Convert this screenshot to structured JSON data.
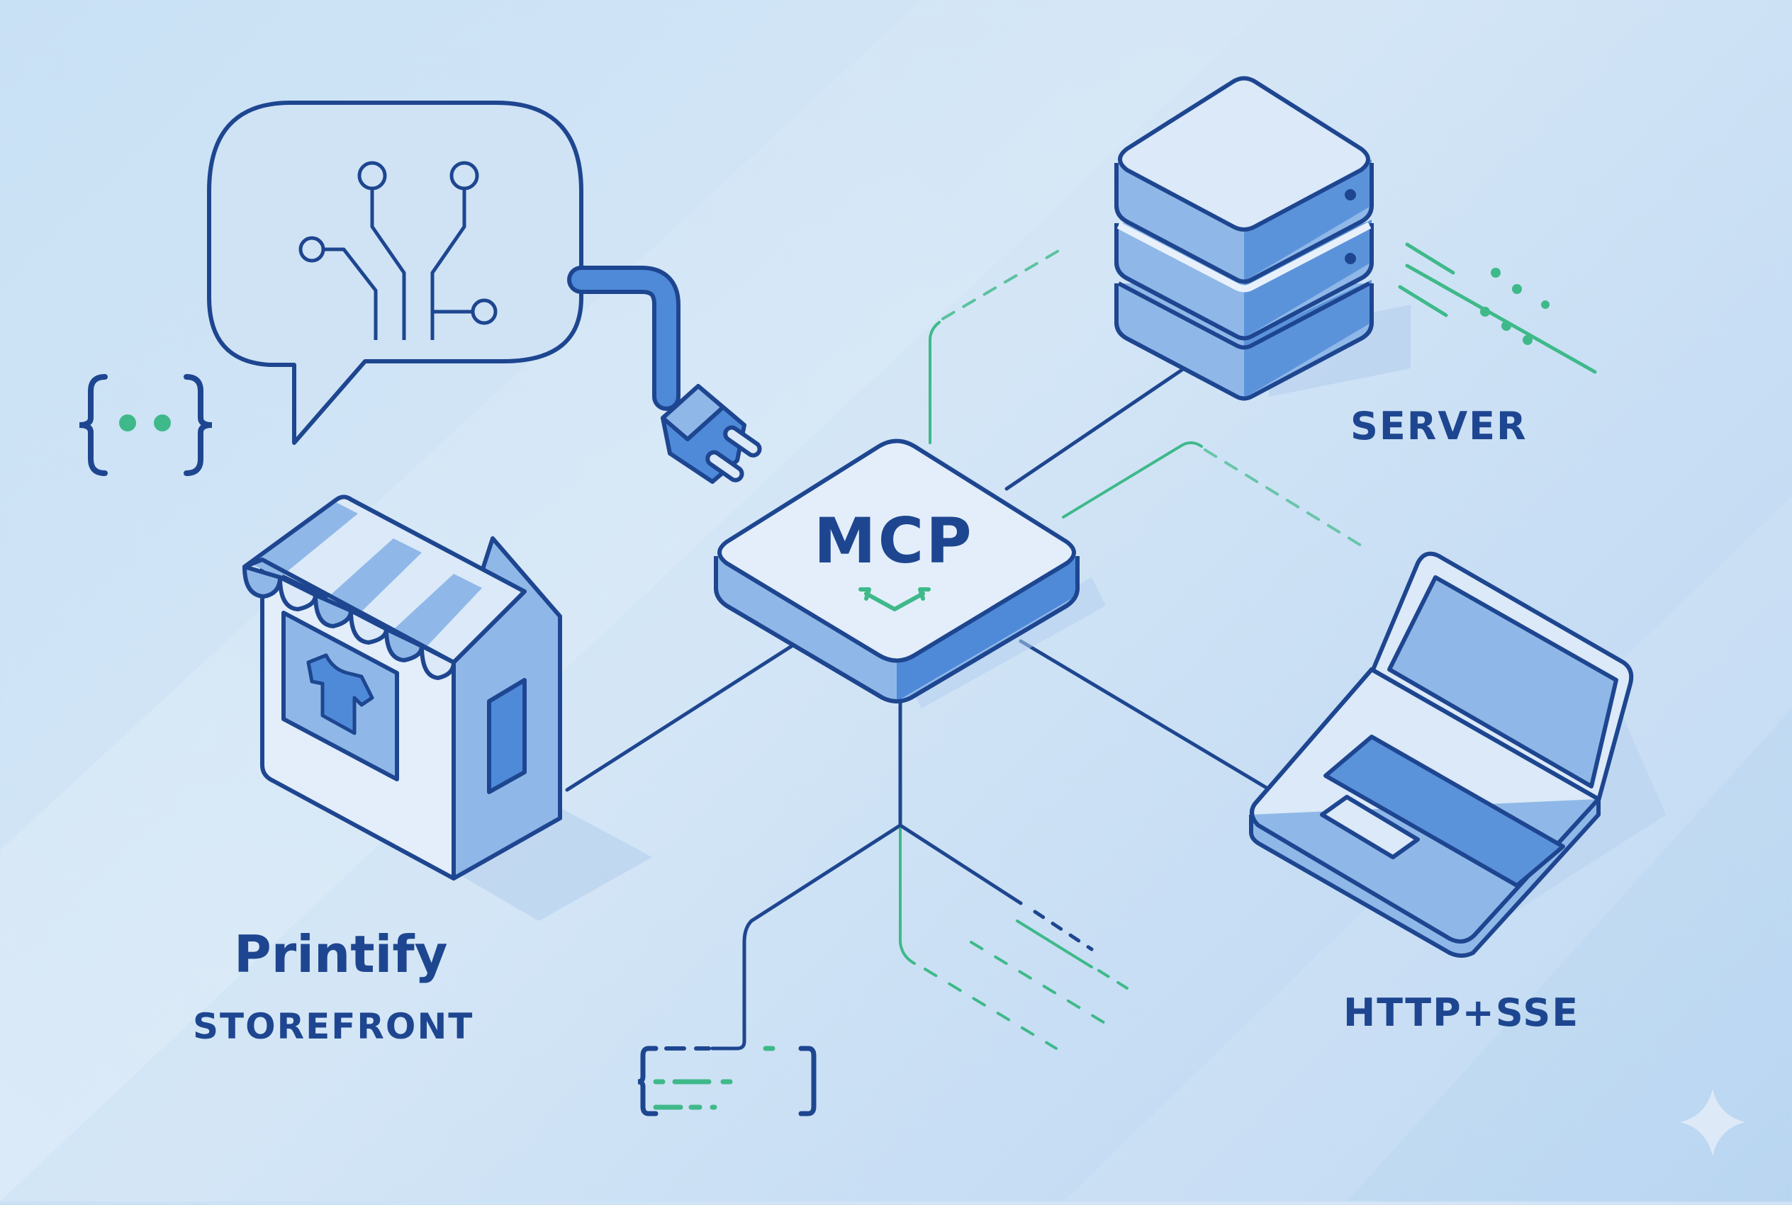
{
  "diagram": {
    "title": "MCP integration diagram",
    "hub": {
      "label": "MCP",
      "icon": "bidirectional-arrows-icon"
    },
    "nodes": [
      {
        "id": "ai-chat",
        "label": "",
        "icon": "ai-chat-bubble-icon"
      },
      {
        "id": "storefront",
        "label": "Printify",
        "sublabel": "STOREFRONT",
        "icon": "storefront-icon"
      },
      {
        "id": "server",
        "label": "SERVER",
        "icon": "server-stack-icon"
      },
      {
        "id": "client",
        "label": "HTTP+SSE",
        "icon": "laptop-icon"
      },
      {
        "id": "json-snippet",
        "label": "",
        "icon": "code-braces-icon"
      }
    ],
    "edges": [
      {
        "from": "ai-chat",
        "to": "MCP",
        "style": "plug-cable"
      },
      {
        "from": "MCP",
        "to": "storefront",
        "style": "solid"
      },
      {
        "from": "MCP",
        "to": "server",
        "style": "solid"
      },
      {
        "from": "MCP",
        "to": "client",
        "style": "solid"
      },
      {
        "from": "MCP",
        "to": "json-snippet",
        "style": "solid"
      }
    ],
    "decorations": [
      "json-braces-icon",
      "data-stream-lines",
      "sparkle-icon"
    ]
  },
  "colors": {
    "outline": "#1e4690",
    "fill_light": "#dbe9f8",
    "fill_mid": "#8fb8e8",
    "fill_dark": "#4f8ad8",
    "accent_green": "#3fb98a",
    "background": "#cfe3f5"
  }
}
